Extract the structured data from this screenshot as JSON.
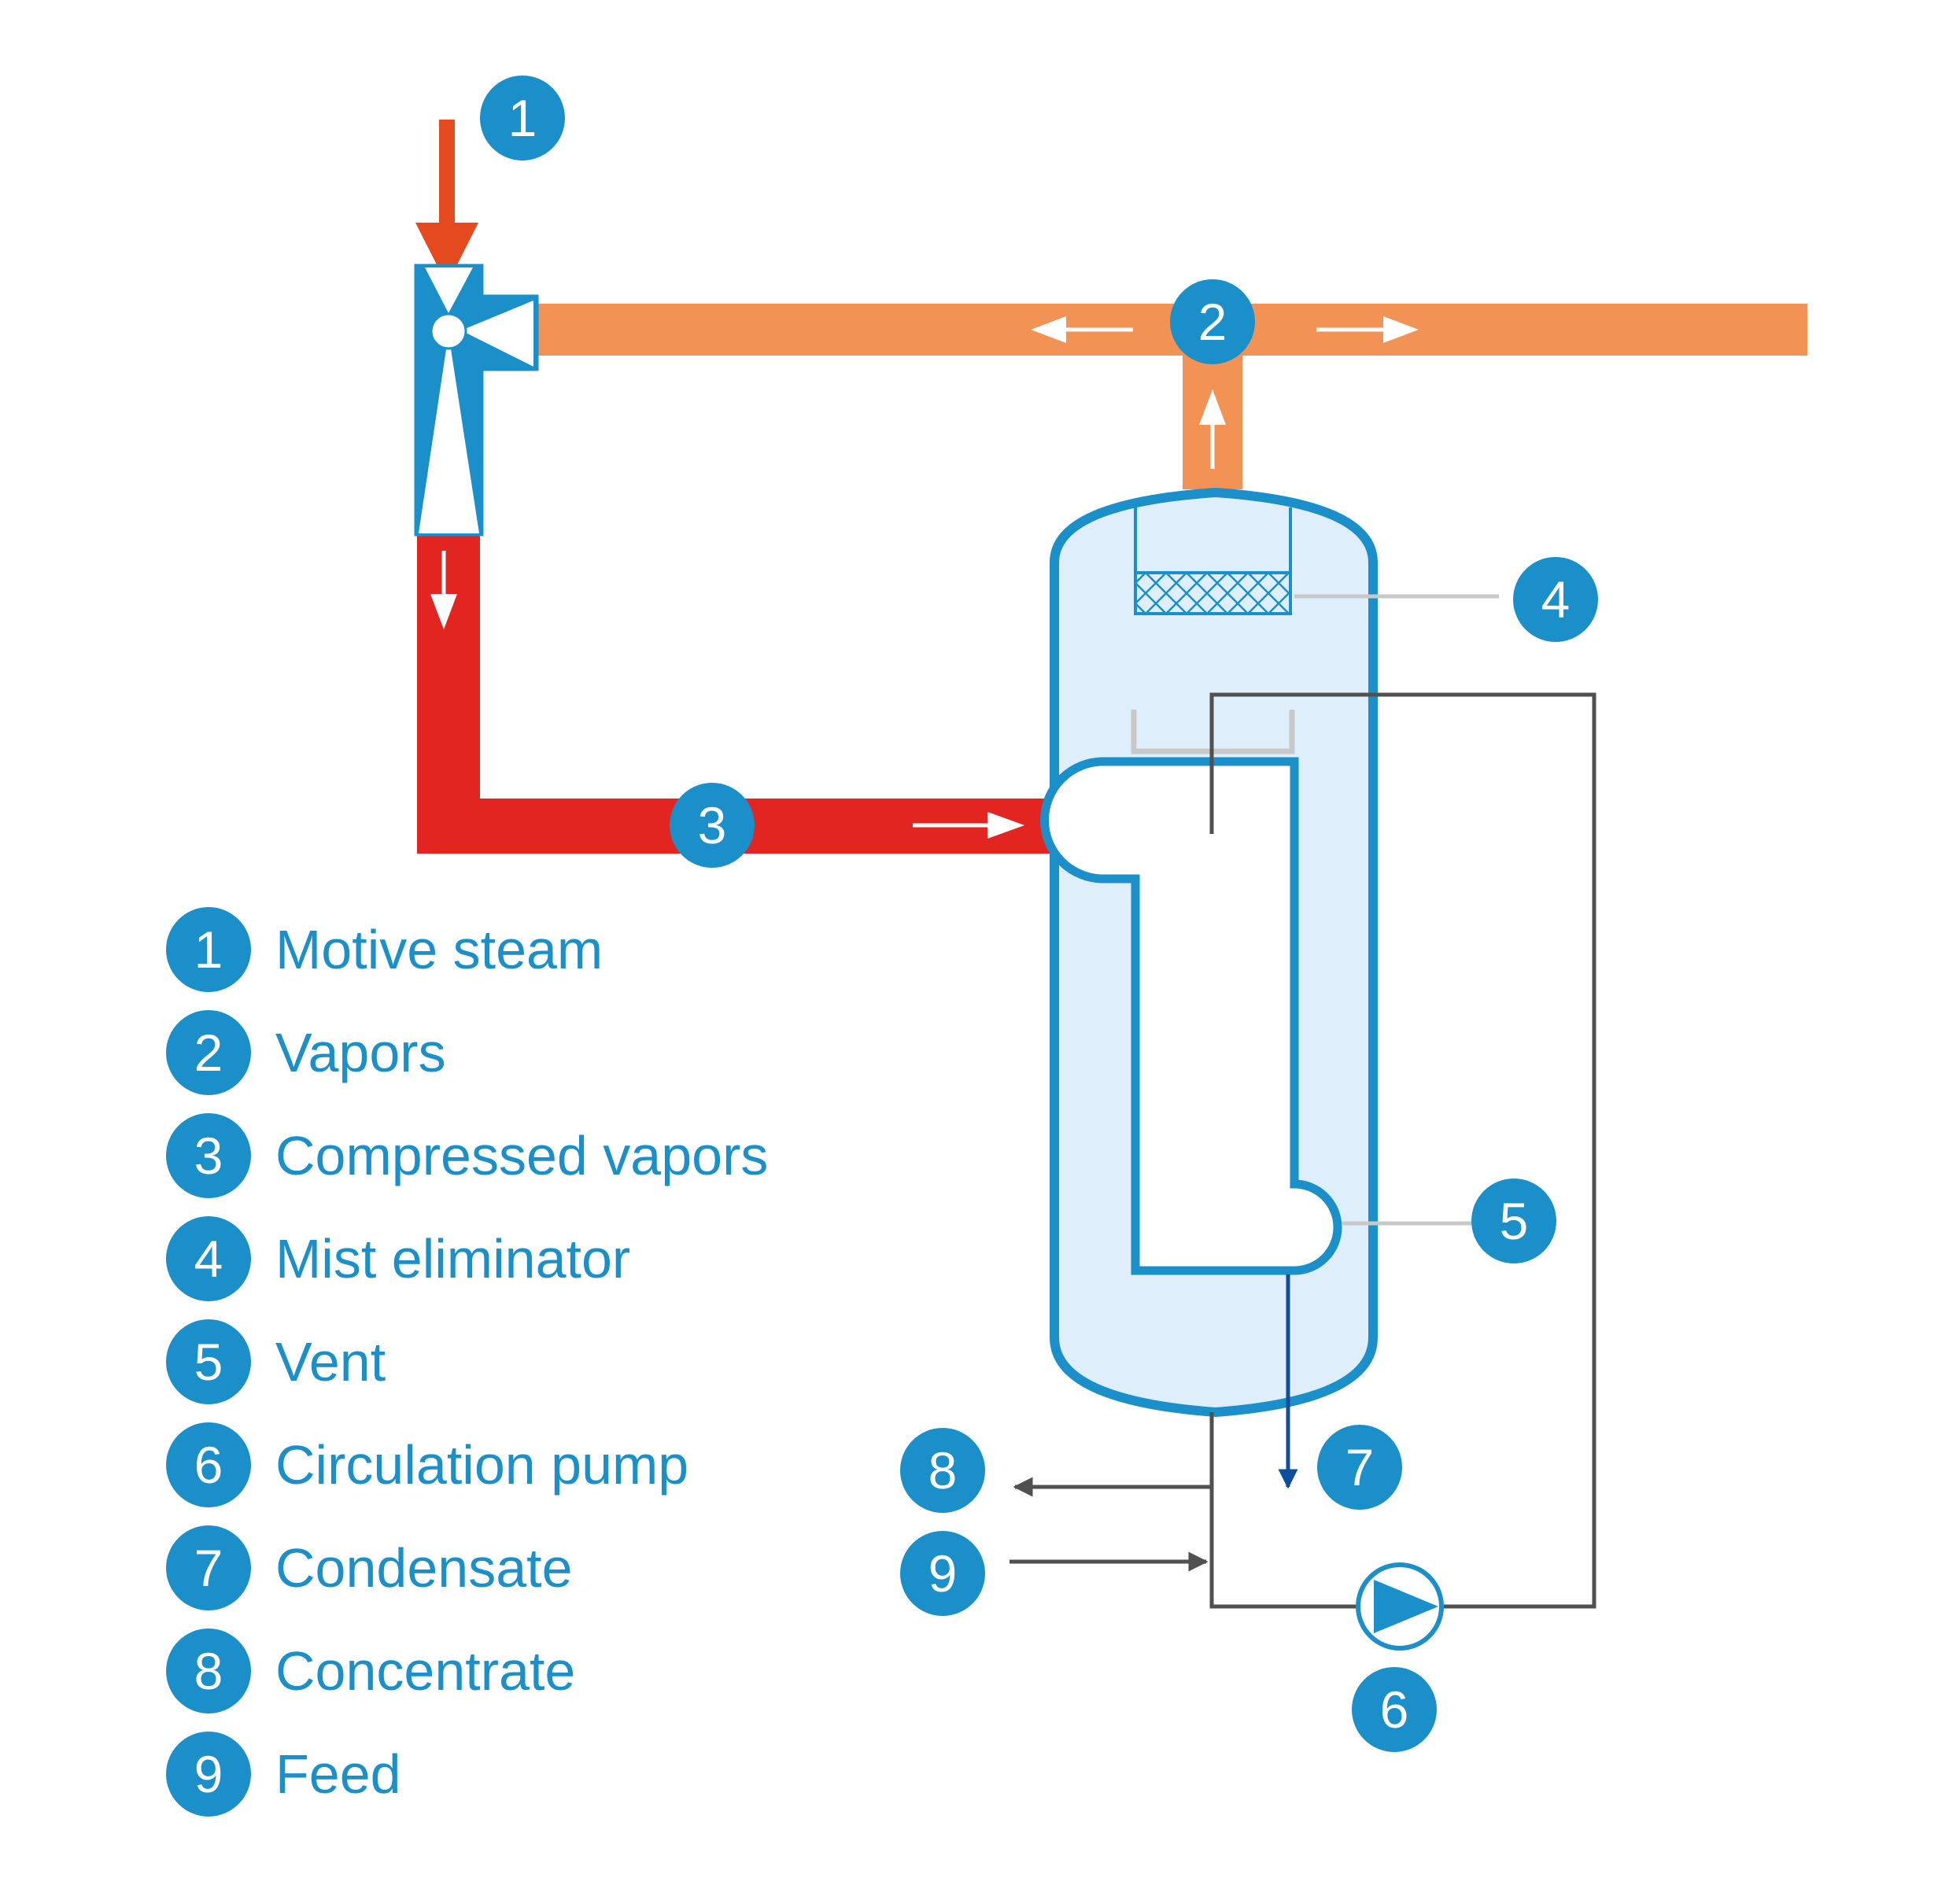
{
  "colors": {
    "badge": "#1a8fc9",
    "motive_steam": "#e5491e",
    "vapors": "#f29255",
    "compressed_vapors": "#e32521",
    "vessel_outline": "#1a8fc9",
    "vessel_fill": "#dfeefb",
    "condensate": "#0d4f9e",
    "process_line": "#505050",
    "leader_line": "#c8c8c8"
  },
  "diagram_labels": {
    "motive_steam": "1",
    "vapors": "2",
    "compressed_vapors": "3",
    "mist_eliminator": "4",
    "vent": "5",
    "circulation_pump": "6",
    "condensate": "7",
    "concentrate": "8",
    "feed": "9"
  },
  "legend": [
    {
      "number": "1",
      "label": "Motive steam"
    },
    {
      "number": "2",
      "label": "Vapors"
    },
    {
      "number": "3",
      "label": "Compressed vapors"
    },
    {
      "number": "4",
      "label": "Mist eliminator"
    },
    {
      "number": "5",
      "label": "Vent"
    },
    {
      "number": "6",
      "label": "Circulation pump"
    },
    {
      "number": "7",
      "label": "Condensate"
    },
    {
      "number": "8",
      "label": "Concentrate"
    },
    {
      "number": "9",
      "label": "Feed"
    }
  ]
}
